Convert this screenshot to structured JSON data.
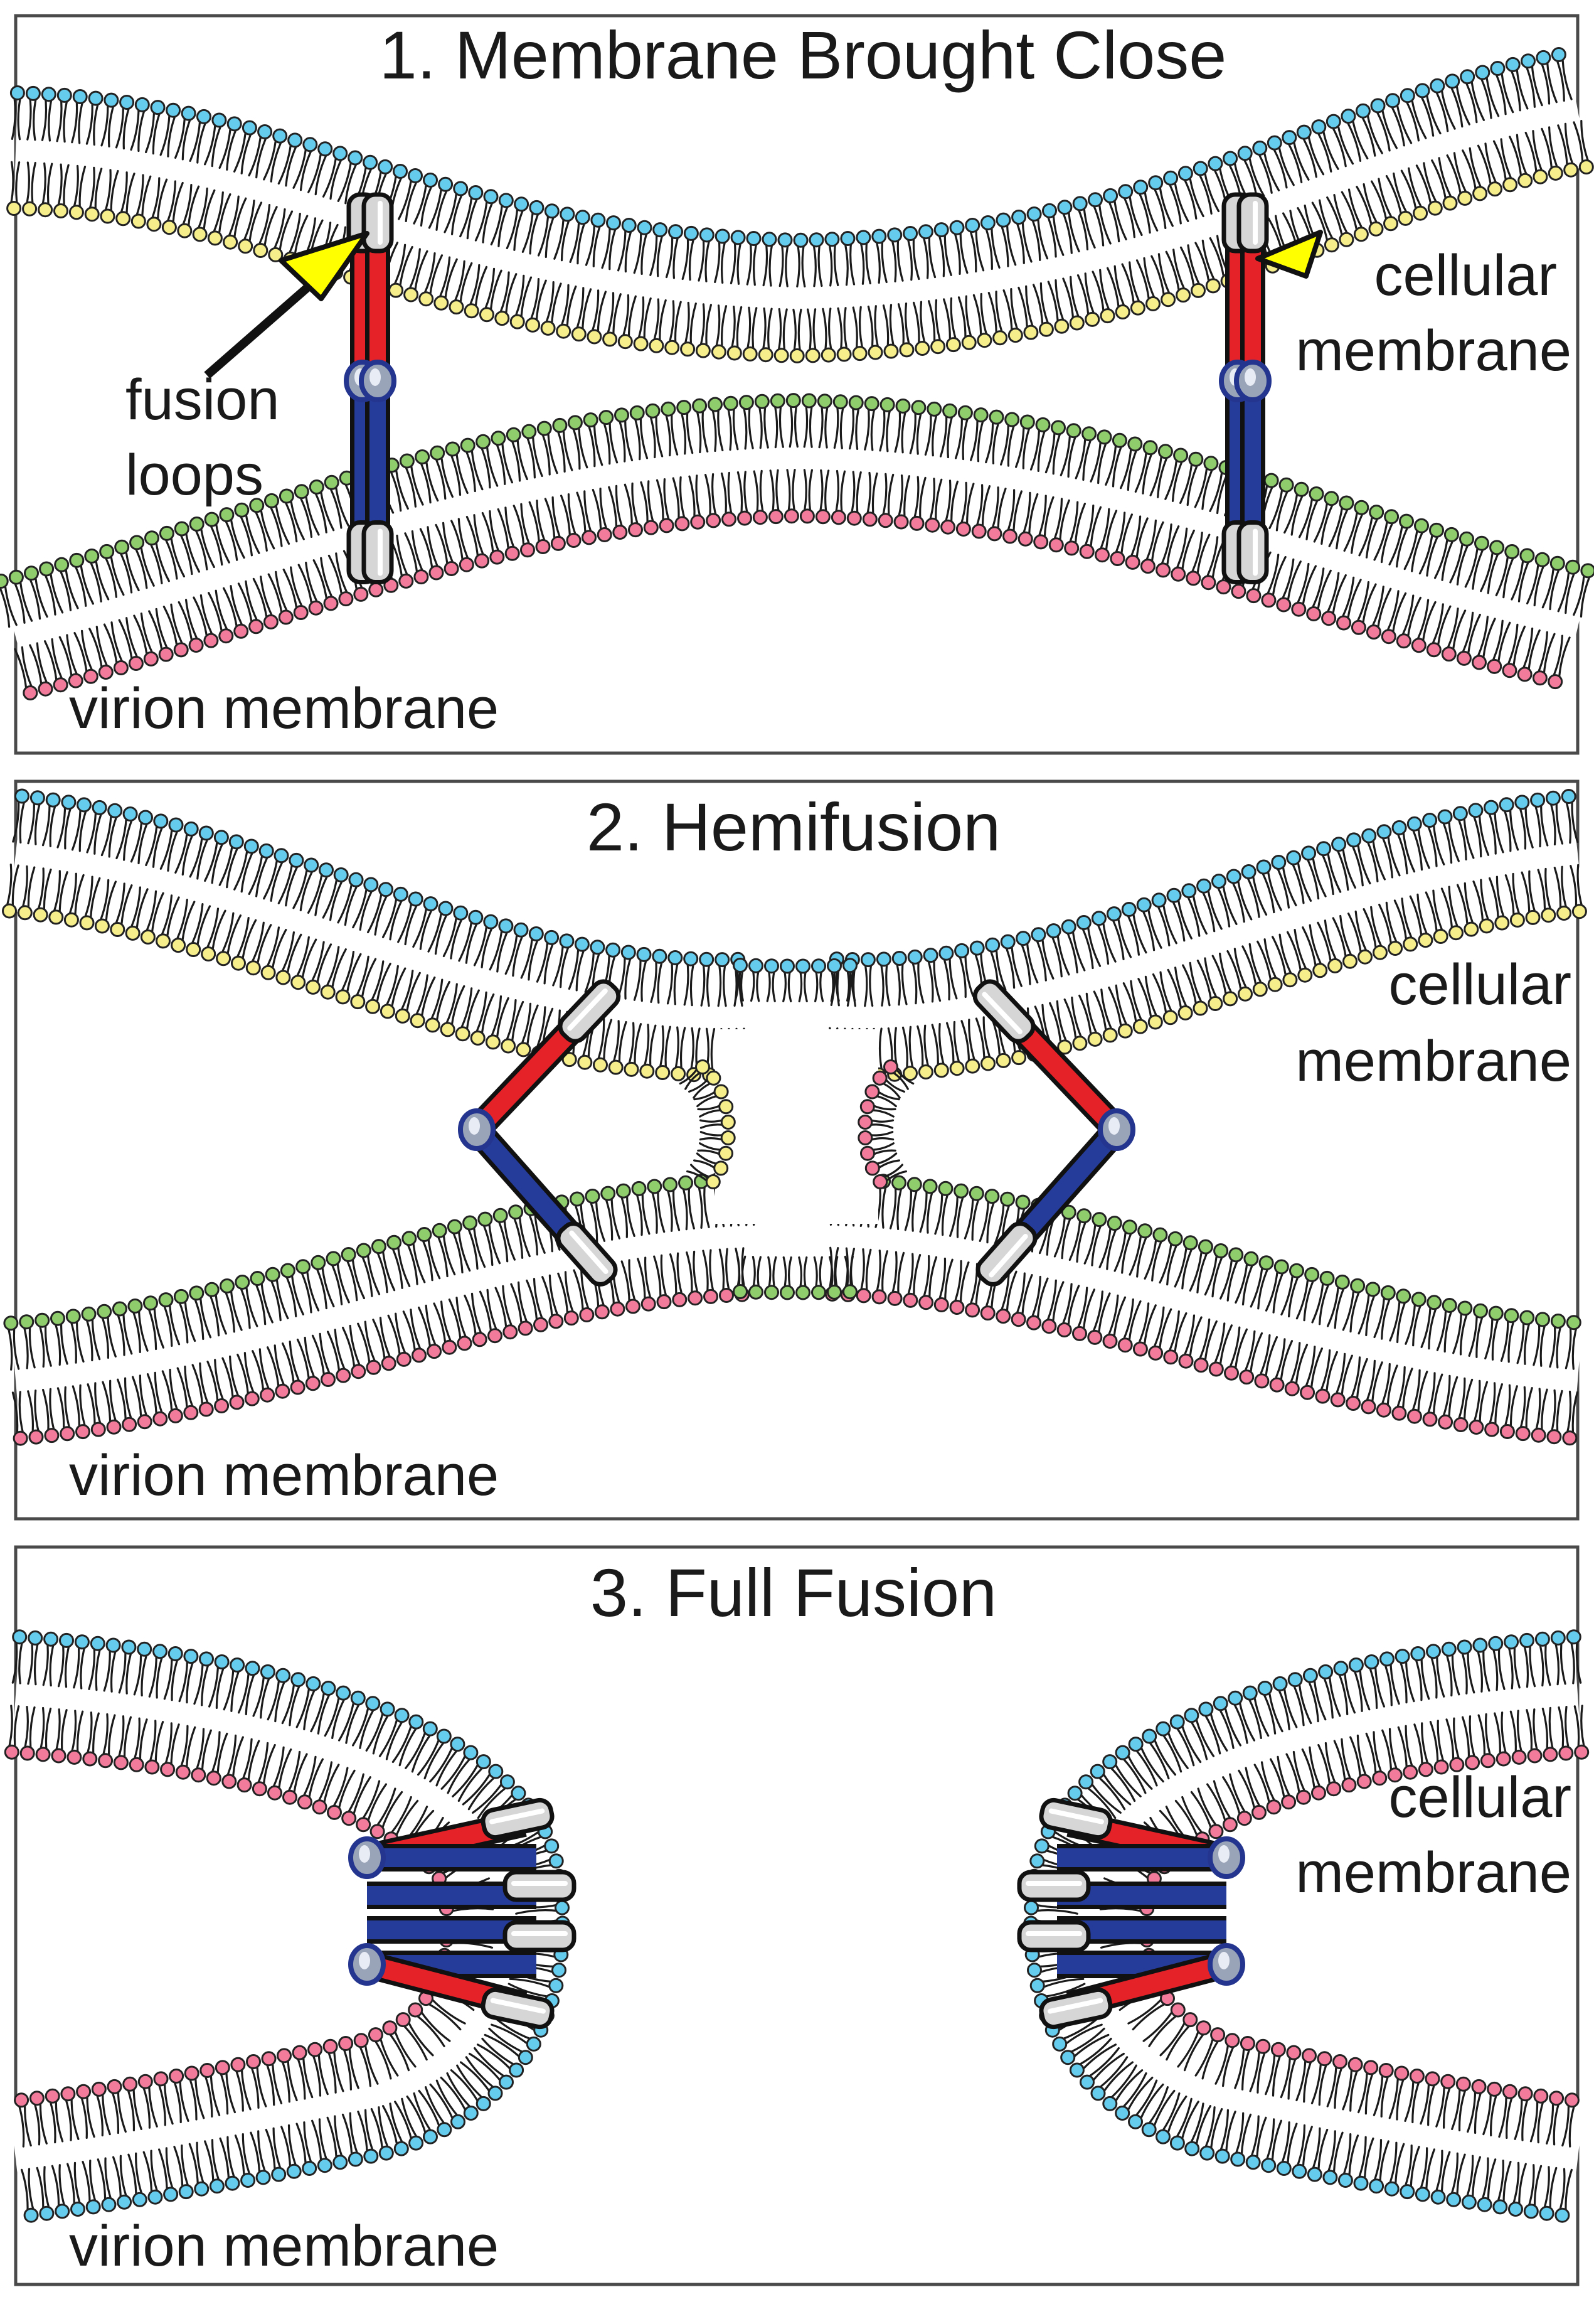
{
  "panels": [
    {
      "title": "1. Membrane Brought Close",
      "labels": {
        "fusion": "fusion",
        "loops": "loops",
        "cellular": "cellular",
        "membrane_top": "membrane",
        "virion": "virion membrane"
      }
    },
    {
      "title": "2. Hemifusion",
      "labels": {
        "cellular": "cellular",
        "membrane_top": "membrane",
        "virion": "virion membrane"
      }
    },
    {
      "title": "3. Full Fusion",
      "labels": {
        "cellular": "cellular",
        "membrane_top": "membrane",
        "virion": "virion membrane"
      }
    }
  ],
  "colors": {
    "cellular_outer": "#66ccee",
    "cellular_inner": "#f5ee8a",
    "virion_outer": "#f27a9a",
    "virion_inner": "#8fcc6b",
    "domain_red": "#e52228",
    "domain_blue": "#263c9b",
    "cap_grey": "#d6d6d6",
    "arrow_yellow": "#ffff00"
  },
  "icons": [
    "fusion-protein-icon",
    "lipid-bilayer-icon",
    "pointer-arrow-icon"
  ]
}
